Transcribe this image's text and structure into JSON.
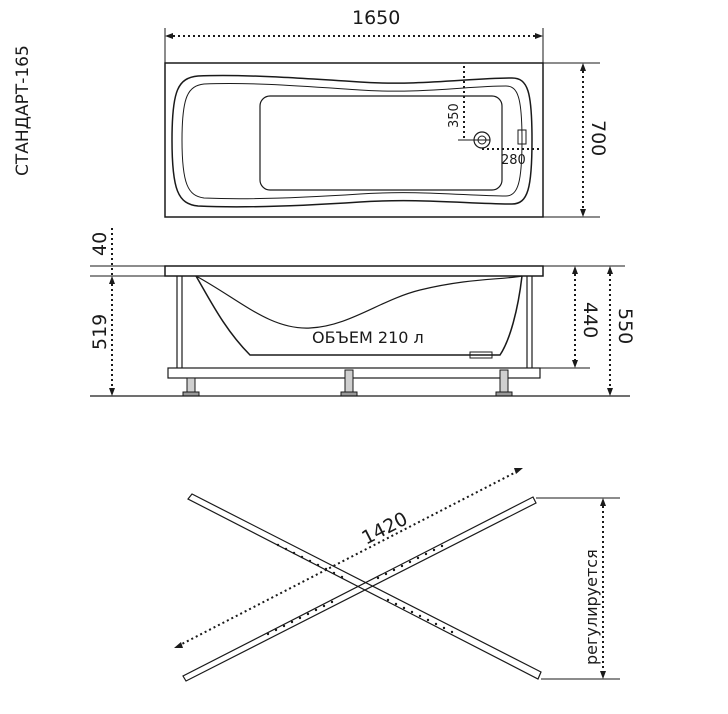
{
  "model_title": "СТАНДАРТ-165",
  "top_view": {
    "length": "1650",
    "width": "700",
    "drain_offset_y": "350",
    "drain_offset_x": "280"
  },
  "side_view": {
    "rim_height": "40",
    "leg_height": "519",
    "inner_depth": "440",
    "total_height": "550",
    "volume_label": "ОБЪЕМ 210 л"
  },
  "frame_view": {
    "cross_length": "1420",
    "adjustable_label": "регулируется"
  }
}
